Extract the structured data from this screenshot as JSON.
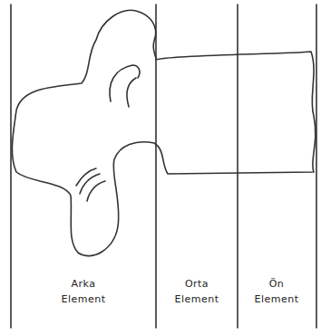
{
  "diagram": {
    "labels": [
      "Arka Element",
      "Orta Element",
      "Ön Element"
    ]
  }
}
